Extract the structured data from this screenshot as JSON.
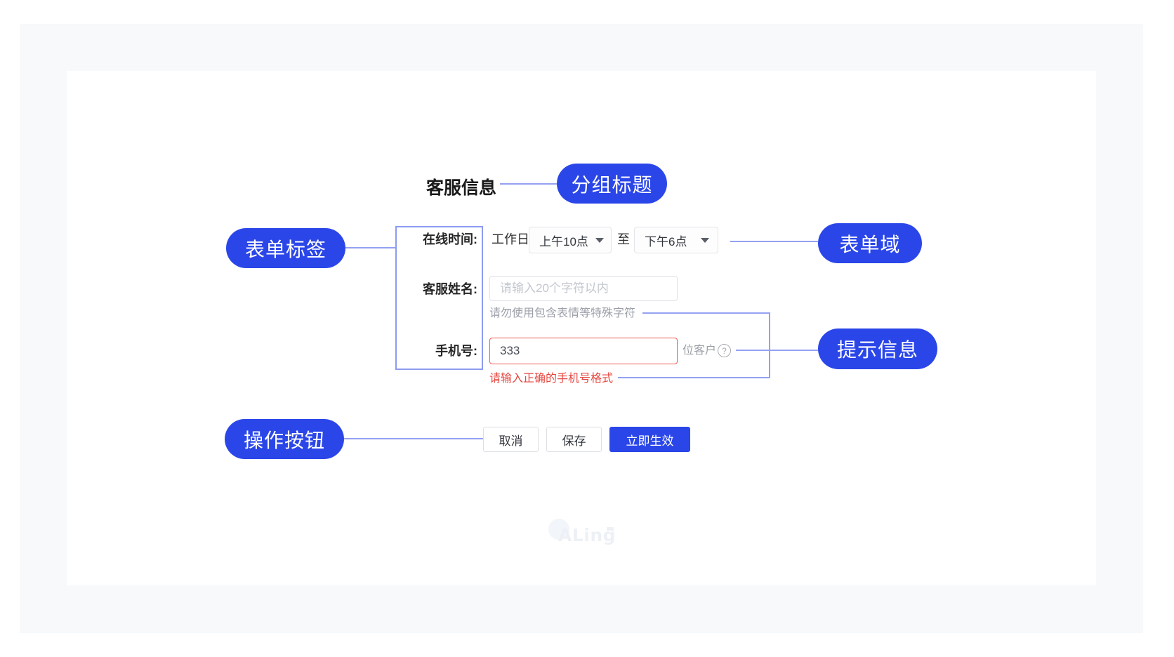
{
  "colors": {
    "pill_blue": "#2b46e8",
    "primary_button": "#2b46e8",
    "connector_line": "#94a1f1",
    "error_red": "#e5463f",
    "card_bg": "#ffffff",
    "panel_bg": "#f7f9fb"
  },
  "callouts": {
    "group_title": "分组标题",
    "form_label": "表单标签",
    "form_field": "表单域",
    "tip_info": "提示信息",
    "action_buttons": "操作按钮"
  },
  "form": {
    "title": "客服信息",
    "online_time": {
      "label": "在线时间:",
      "prefix": "工作日",
      "start_value": "上午10点",
      "separator": "至",
      "end_value": "下午6点"
    },
    "service_name": {
      "label": "客服姓名:",
      "placeholder": "请输入20个字符以内",
      "hint": "请勿使用包含表情等特殊字符"
    },
    "phone": {
      "label": "手机号:",
      "value": "333",
      "suffix": "位客户",
      "help_icon": "?",
      "error": "请输入正确的手机号格式"
    },
    "buttons": {
      "cancel": "取消",
      "save": "保存",
      "apply": "立即生效"
    }
  },
  "watermark": "ALing"
}
